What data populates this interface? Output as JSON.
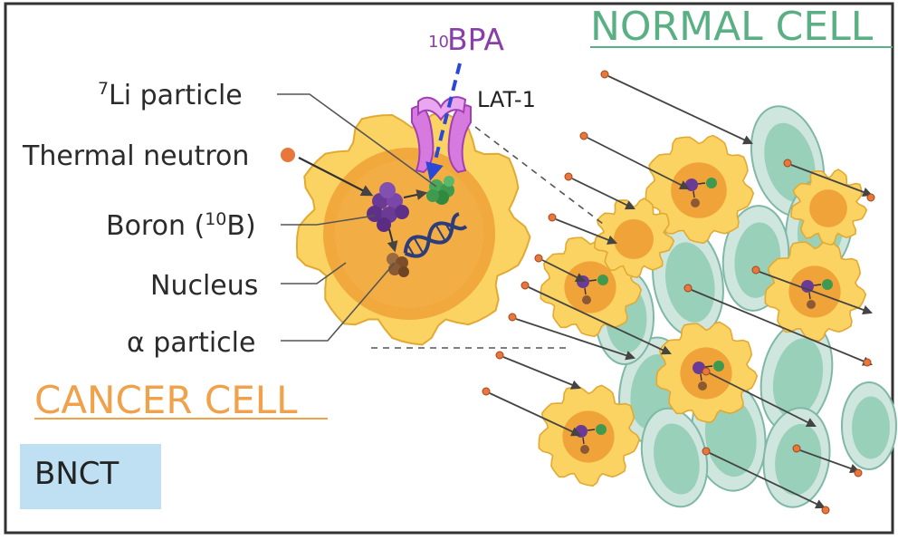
{
  "labels": {
    "bpa_sup": "10",
    "bpa": "BPA",
    "normal_cell": "NORMAL CELL",
    "lat1": "LAT-1",
    "li_sup": "7",
    "li_particle": "Li particle",
    "thermal_neutron": "Thermal neutron",
    "boron_prefix": "Boron (",
    "boron_sup": "10",
    "boron_suffix": "B)",
    "nucleus": "Nucleus",
    "alpha_particle": "α particle",
    "cancer_cell": "CANCER CELL",
    "bnct": "BNCT"
  },
  "colors": {
    "normal_title": "#5aaf84",
    "cancer_title": "#f0a14a",
    "bpa_purple": "#8a3fa8",
    "cancer_cell": "#fbd362",
    "cancer_edge": "#e2a933",
    "nucleus": "#f0a338",
    "normal_cell": "#cfe6df",
    "normal_inner": "#8fcbb3",
    "boron": "#6b3a96",
    "li": "#3f9a4f",
    "alpha": "#8b5a34",
    "neutron": "#e8773b",
    "arrow": "#444444",
    "bnct_box": "#bfdff2"
  }
}
